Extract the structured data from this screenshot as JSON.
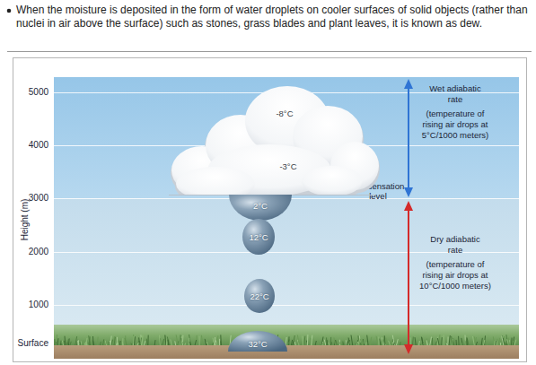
{
  "diagram": {
    "nodes": [
      {
        "text": [
          "-8°C",
          "-3°C"
        ]
      },
      {
        "text": [
          "2°C"
        ]
      },
      {
        "text": [
          "12°C"
        ]
      },
      {
        "text": [
          "22°C"
        ]
      },
      {
        "text": [
          "32°C"
        ]
      }
    ],
    "labels": [
      "When the moisture is deposited in the form of water droplets on cooler surfaces of solid objects (rather than nuclei in air above the surface) such as stones, grass blades and plant leaves, it is known as dew.",
      "5000",
      "4000",
      "3000",
      "2000",
      "1000",
      "Surface",
      "Height (m)",
      "Wet adiabatic rate",
      "(temperature of rising air drops at 5°C/1000 meters)",
      "Condensation level",
      "Dry adiabatic rate",
      "(temperature of rising air drops at 10°C/1000 meters)"
    ]
  }
}
